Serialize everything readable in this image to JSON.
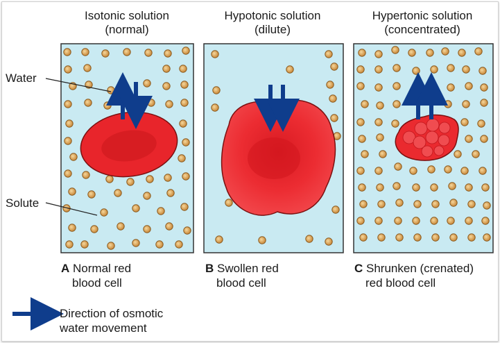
{
  "headings": [
    {
      "line1": "Isotonic solution",
      "line2": "(normal)"
    },
    {
      "line1": "Hypotonic solution",
      "line2": "(dilute)"
    },
    {
      "line1": "Hypertonic solution",
      "line2": "(concentrated)"
    }
  ],
  "labels": {
    "water": "Water",
    "solute": "Solute"
  },
  "captions": [
    {
      "letter": "A",
      "line1": "Normal red",
      "line2": "blood cell"
    },
    {
      "letter": "B",
      "line1": "Swollen red",
      "line2": "blood cell"
    },
    {
      "letter": "C",
      "line1": "Shrunken (crenated)",
      "line2": "red blood cell"
    }
  ],
  "legend": {
    "line1": "Direction of osmotic",
    "line2": "water movement"
  },
  "colors": {
    "solution": "#c9eaf2",
    "cell": "#e8252b",
    "arrow": "#0f3d8c",
    "solute": "#d7a14f"
  }
}
